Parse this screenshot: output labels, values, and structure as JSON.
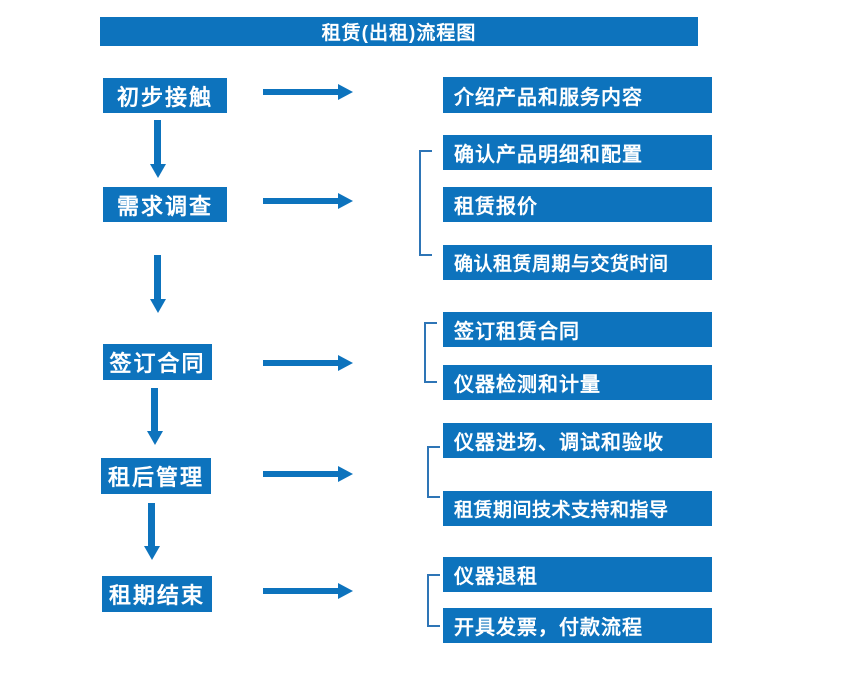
{
  "title": "租赁(出租)流程图",
  "colors": {
    "primary_blue": "#0d73bd",
    "bracket_blue": "#2e75b6",
    "text_on_blue": "#ffffff",
    "background": "#ffffff"
  },
  "flow": [
    {
      "step": "初步接触",
      "outputs": [
        "介绍产品和服务内容"
      ]
    },
    {
      "step": "需求调查",
      "outputs": [
        "确认产品明细和配置",
        "租赁报价",
        "确认租赁周期与交货时间"
      ]
    },
    {
      "step": "签订合同",
      "outputs": [
        "签订租赁合同",
        "仪器检测和计量"
      ]
    },
    {
      "step": "租后管理",
      "outputs": [
        "仪器进场、调试和验收",
        "租赁期间技术支持和指导"
      ]
    },
    {
      "step": "租期结束",
      "outputs": [
        "仪器退租",
        "开具发票，付款流程"
      ]
    }
  ]
}
